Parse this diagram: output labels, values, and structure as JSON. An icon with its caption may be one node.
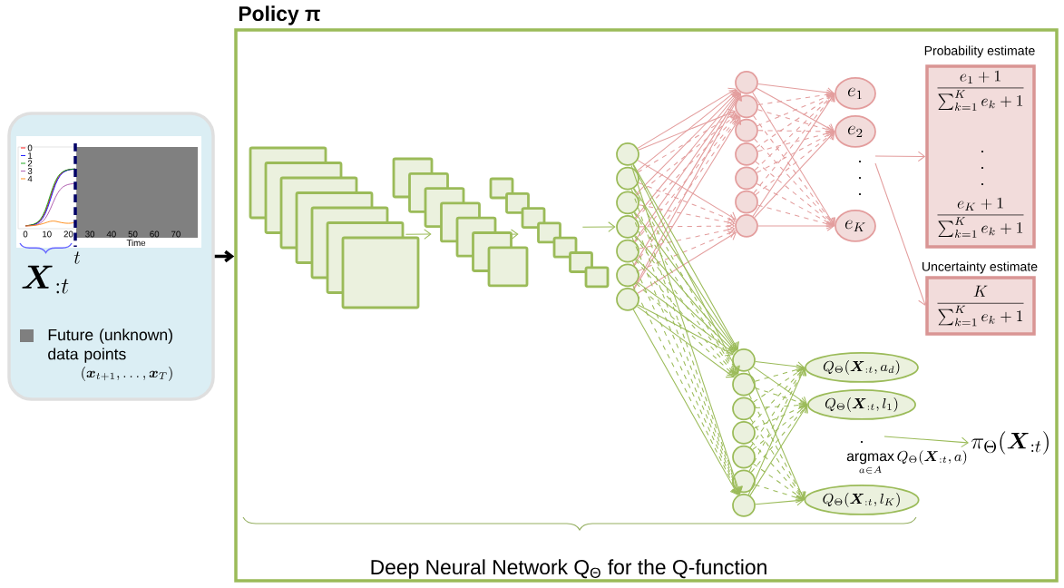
{
  "diagram": {
    "nodes": [
      {
        "text": [],
        "shape": "box"
      },
      {
        "text": [
          "Policy π"
        ]
      },
      {
        "text": [],
        "shape": "box",
        "in": 1
      },
      {
        "text": [],
        "shape": "box",
        "in": 1
      },
      {
        "text": [],
        "shape": "box",
        "in": 1
      },
      {
        "text": [],
        "shape": "circle",
        "in": 1
      },
      {
        "text": [],
        "shape": "circle",
        "in": 1
      },
      {
        "text": [
          "e_1"
        ],
        "in": 1
      },
      {
        "text": [
          "e_2"
        ],
        "in": 1
      },
      {
        "text": [
          "e_K"
        ],
        "in": 1
      },
      {
        "text": [
          "Probability estimate",
          "\\frac{e_1+1}{\\sum_{k=1}^{K} e_k+1}",
          "\\frac{e_K+1}{\\sum_{k=1}^{K} e_k+1}"
        ],
        "in": 1
      },
      {
        "text": [
          "Uncertainty estimate",
          "\\frac{K}{\\sum_{k=1}^{K} e_k+1}"
        ],
        "in": 1
      },
      {
        "text": [],
        "shape": "circle",
        "in": 1
      },
      {
        "text": [
          "Q_\\Theta(\\boldsymbol{X}_{:t}, a_d)"
        ],
        "in": 1
      },
      {
        "text": [
          "Q_\\Theta(\\boldsymbol{X}_{:t}, l_1)"
        ],
        "in": 1
      },
      {
        "text": [
          "Q_\\Theta(\\boldsymbol{X}_{:t}, l_K)"
        ],
        "in": 1
      },
      {
        "text": [
          "\\pi_\\Theta(\\boldsymbol{X}_{:t})"
        ],
        "in": 1
      }
    ],
    "edges": [
      {
        "from": 0,
        "to": 1,
        "arrow": "to",
        "color": "#000000",
        "style": "thick"
      },
      {
        "from": 2,
        "to": 3,
        "arrow": "to"
      },
      {
        "from": 3,
        "to": 4,
        "arrow": "to"
      },
      {
        "from": 4,
        "to": 5,
        "arrow": "to"
      },
      {
        "from": 5,
        "to": 6,
        "arrow": "to",
        "color": "#e39d9d"
      },
      {
        "from": 5,
        "to": 12,
        "arrow": "to"
      },
      {
        "from": 6,
        "to": 7,
        "arrow": "to",
        "color": "#e39d9d"
      },
      {
        "from": 6,
        "to": 8,
        "arrow": "to",
        "color": "#e39d9d"
      },
      {
        "from": 6,
        "to": 9,
        "arrow": "to",
        "color": "#e39d9d"
      },
      {
        "from": null,
        "to": 10,
        "arrow": "to",
        "color": "#e39d9d"
      },
      {
        "from": null,
        "to": 11,
        "arrow": "to",
        "color": "#e39d9d"
      },
      {
        "from": 12,
        "to": 13,
        "arrow": "to"
      },
      {
        "from": 12,
        "to": 14,
        "arrow": "to"
      },
      {
        "from": 12,
        "to": 15,
        "arrow": "to"
      },
      {
        "from": null,
        "to": 16,
        "arrow": "to",
        "label": "\\mathop{\\mathrm{argmax}}\\limits_{a \\in A} Q_\\Theta(\\boldsymbol{X}_{:t}, a)"
      }
    ],
    "labels": [
      "0",
      "10",
      "20",
      "30",
      "40",
      "50",
      "60",
      "70",
      "Time",
      "0",
      "1",
      "2",
      "3",
      "4",
      "t",
      "\\boldsymbol{X}_{:t}",
      "(\\boldsymbol{x}_{t+1}, \\dots, \\boldsymbol{x}_T)",
      "Deep Neural Network Q$_{Θ}$ for the Q-function"
    ],
    "legend": [
      {
        "text": "Future (unknown) data points",
        "color": "#7f7f7f"
      }
    ]
  }
}
